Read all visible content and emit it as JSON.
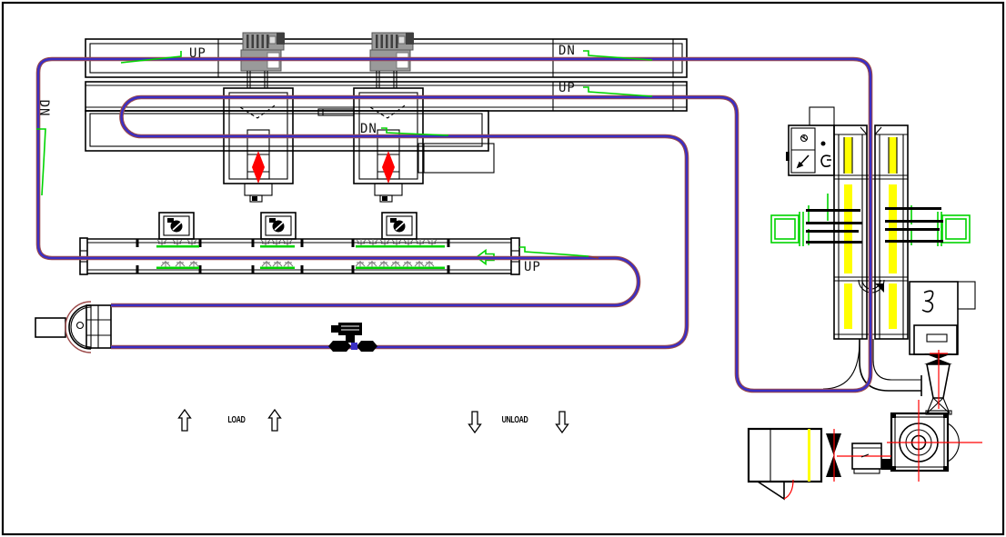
{
  "drawing": {
    "labels": {
      "rail_top_left": "UP",
      "rail_top_right": "DN",
      "rail_mid_right": "UP",
      "left_descent": "DN",
      "tank_section": "DN",
      "tunnel_exit": "UP",
      "load": "LOAD",
      "unload": "UNLOAD"
    },
    "colors": {
      "ink": "#000000",
      "conveyor_line": "#3a2fc4",
      "conveyor_casing": "#9c4a4a",
      "slope_marker": "#00d400",
      "heater": "#ffff00",
      "alert": "#ff0000",
      "hoist_gray": "#9a9a9a",
      "hoist_dark": "#3f3f3f",
      "spray_gray": "#7a7a7a"
    }
  }
}
